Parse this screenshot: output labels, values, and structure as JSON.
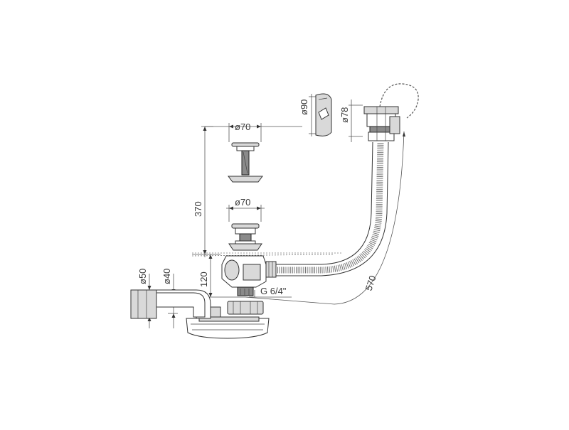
{
  "labels": {
    "d70_top": "ø70",
    "d70_mid": "ø70",
    "d90": "ø90",
    "d78": "ø78",
    "d50": "ø50",
    "d40": "ø40",
    "h370": "370",
    "h120": "120",
    "thread": "G 6/4\"",
    "len570": "570"
  }
}
